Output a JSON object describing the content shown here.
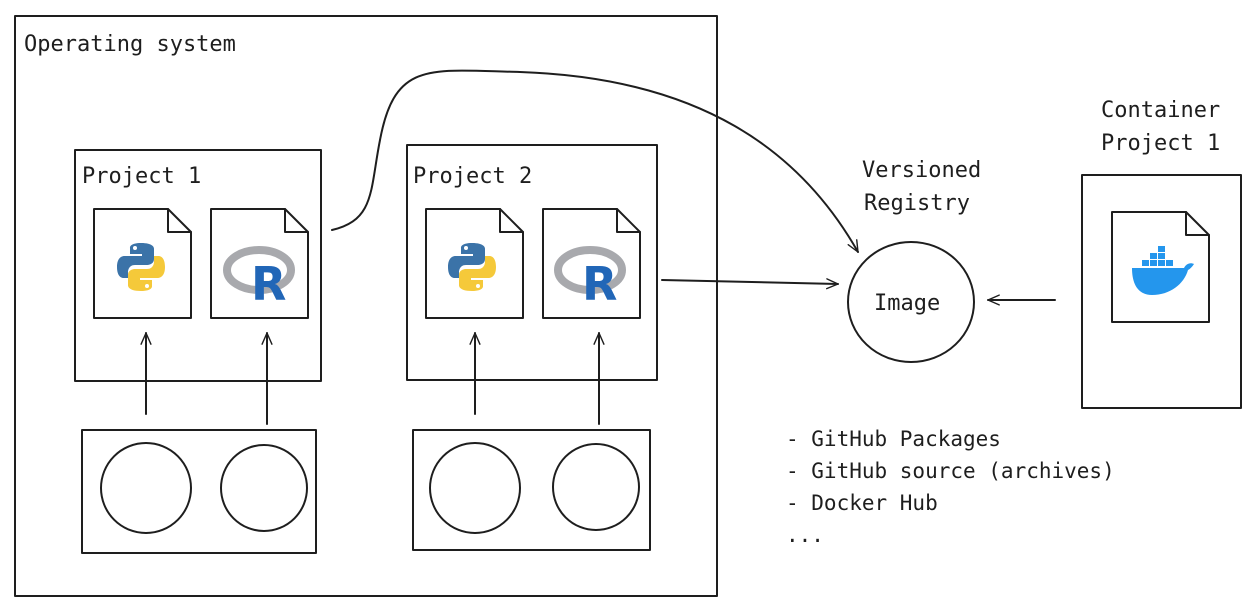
{
  "os_label": "Operating system",
  "projects": [
    {
      "label": "Project 1"
    },
    {
      "label": "Project 2"
    }
  ],
  "registry": {
    "title_line1": "Versioned",
    "title_line2": "Registry",
    "image_label": "Image"
  },
  "container": {
    "title_line1": "Container",
    "title_line2": "Project 1"
  },
  "registry_list": [
    "- GitHub Packages",
    "- GitHub source (archives)",
    "- Docker Hub",
    "..."
  ],
  "icons": {
    "python": "python-icon",
    "r": "r-language-icon",
    "docker": "docker-whale-icon"
  },
  "colors": {
    "python_blue": "#3b73a8",
    "python_yellow": "#f5c93a",
    "r_blue": "#2166b7",
    "r_ring": "#a8a9ad",
    "docker_blue": "#2496ed"
  }
}
